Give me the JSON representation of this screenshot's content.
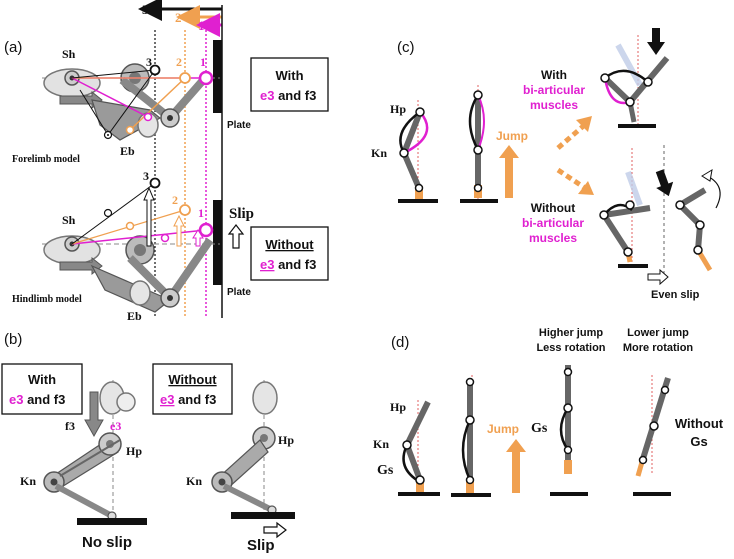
{
  "panel_a": {
    "label": "(a)",
    "arrow_nums": [
      "3",
      "2",
      "1"
    ],
    "point_nums": [
      "3",
      "2",
      "1"
    ],
    "point_nums_low": [
      "3",
      "2",
      "1"
    ],
    "sh": "Sh",
    "eb": "Eb",
    "sh2": "Sh",
    "eb2": "Eb",
    "forelimb": "Forelimb model",
    "hindlimb": "Hindlimb model",
    "plate": "Plate",
    "plate2": "Plate",
    "slip": "Slip",
    "box_with_line1": "With",
    "box_with_e3": "e3",
    "box_with_rest": " and f3",
    "box_without_line1": "Without",
    "box_without_e3": "e3",
    "box_without_rest": " and f3"
  },
  "panel_b": {
    "label": "(b)",
    "box_with_line1": "With",
    "box_with_e3": "e3",
    "box_with_rest": " and f3",
    "box_without_line1": "Without",
    "box_without_e3": "e3",
    "box_without_rest": " and f3",
    "f3": "f3",
    "e3": "e3",
    "hp": "Hp",
    "hp2": "Hp",
    "kn": "Kn",
    "kn2": "Kn",
    "no_slip": "No slip",
    "slip": "Slip"
  },
  "panel_c": {
    "label": "(c)",
    "hp": "Hp",
    "kn": "Kn",
    "jump": "Jump",
    "with": "With",
    "with_muscles": "bi-articular",
    "with_muscles2": "muscles",
    "without": "Without",
    "without_muscles": "bi-articular",
    "without_muscles2": "muscles",
    "even_slip": "Even slip"
  },
  "panel_d": {
    "label": "(d)",
    "hp": "Hp",
    "kn": "Kn",
    "gs": "Gs",
    "jump": "Jump",
    "higher1": "Higher jump",
    "higher2": "Less rotation",
    "lower1": "Lower jump",
    "lower2": "More rotation",
    "gs2": "Gs",
    "without": "Without",
    "without_gs": "Gs"
  },
  "colors": {
    "magenta": "#e020d0",
    "orange": "#f0a050",
    "gray": "#777777",
    "dark": "#111111"
  }
}
